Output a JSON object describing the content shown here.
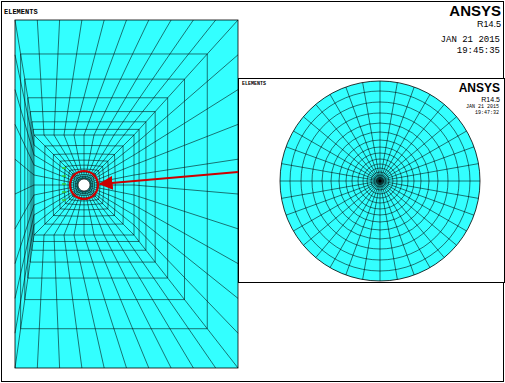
{
  "diagram": {
    "labels": [
      "ELEMENTS",
      "ANSYS",
      "R14.5",
      "JAN 21 2015",
      "19:45:35",
      "ELEMENTS",
      "ANSYS",
      "R14.5",
      "JAN 21 2015",
      "19:47:32"
    ]
  }
}
